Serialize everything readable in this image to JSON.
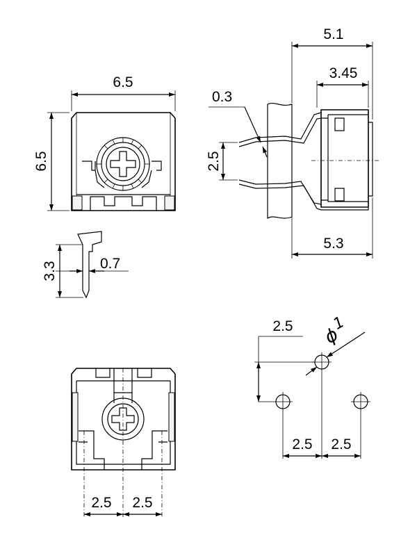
{
  "dimensions": {
    "front_width": "6.5",
    "front_height": "6.5",
    "pin_length": "3.3",
    "pin_width": "0.7",
    "side_total": "5.1",
    "side_body": "3.45",
    "side_pin_thickness": "0.3",
    "side_pin_pitch": "2.5",
    "side_bottom": "5.3",
    "bottom_pitch_left": "2.5",
    "bottom_pitch_right": "2.5",
    "layout_vertical_offset": "2.5",
    "layout_hole_diameter": "1",
    "layout_pitch_left": "2.5",
    "layout_pitch_right": "2.5"
  },
  "symbols": {
    "diameter": "ϕ"
  }
}
